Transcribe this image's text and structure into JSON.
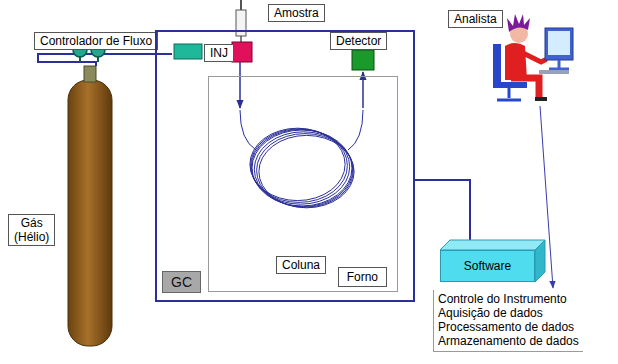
{
  "diagram": {
    "nodes": [
      {
        "text": [
          "Amostra"
        ]
      },
      {
        "text": [
          "Analista"
        ]
      },
      {
        "text": [
          "Controlador de Fluxo"
        ]
      },
      {
        "text": [
          "GC"
        ]
      },
      {
        "text": [
          "INJ"
        ],
        "in": 3
      },
      {
        "text": [
          "Detector"
        ],
        "in": 3
      },
      {
        "text": [
          "Forno"
        ],
        "in": 3
      },
      {
        "text": [
          "Coluna"
        ],
        "in": 6
      },
      {
        "text": [
          "Gás (Hélio)"
        ]
      },
      {
        "text": [
          "Software"
        ]
      },
      {
        "text": [
          "Controle do Instrumento",
          "Aquisição de dados",
          "Processamento de dados",
          "Armazenamento de dados"
        ]
      }
    ],
    "edges": [
      {
        "from": 3,
        "to": 9,
        "arrow": "none"
      },
      {
        "from": 1,
        "to": 10,
        "arrow": "to"
      }
    ]
  }
}
